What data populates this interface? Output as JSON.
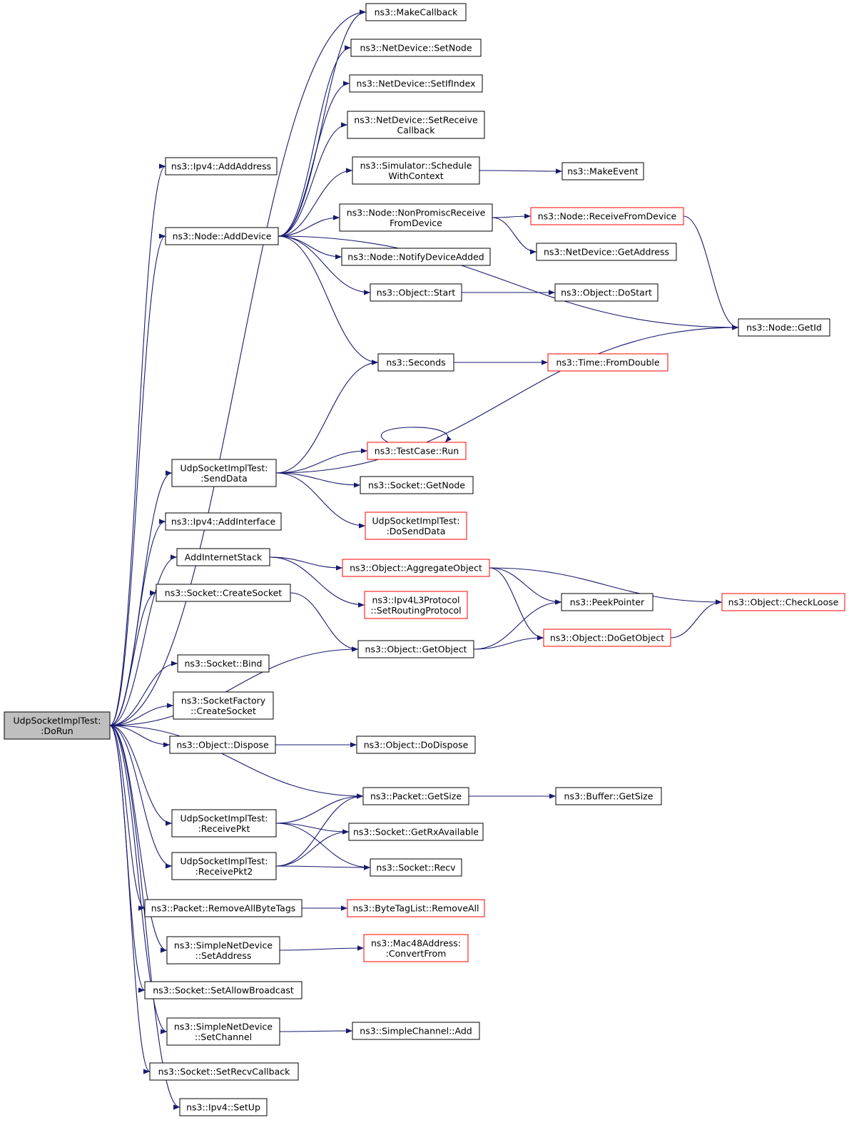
{
  "nodes": [
    {
      "id": "root",
      "lines": [
        "UdpSocketImplTest:",
        ":DoRun"
      ],
      "color": "root"
    },
    {
      "id": "ipv4_addaddr",
      "lines": [
        "ns3::Ipv4::AddAddress"
      ],
      "color": "black"
    },
    {
      "id": "node_adddev",
      "lines": [
        "ns3::Node::AddDevice"
      ],
      "color": "black"
    },
    {
      "id": "senddata",
      "lines": [
        "UdpSocketImplTest:",
        ":SendData"
      ],
      "color": "black"
    },
    {
      "id": "ipv4_addif",
      "lines": [
        "ns3::Ipv4::AddInterface"
      ],
      "color": "black"
    },
    {
      "id": "addinet",
      "lines": [
        "AddInternetStack"
      ],
      "color": "black"
    },
    {
      "id": "sock_create",
      "lines": [
        "ns3::Socket::CreateSocket"
      ],
      "color": "black"
    },
    {
      "id": "sock_bind",
      "lines": [
        "ns3::Socket::Bind"
      ],
      "color": "black"
    },
    {
      "id": "sf_create",
      "lines": [
        "ns3::SocketFactory",
        "::CreateSocket"
      ],
      "color": "black"
    },
    {
      "id": "obj_dispose",
      "lines": [
        "ns3::Object::Dispose"
      ],
      "color": "black"
    },
    {
      "id": "recvpkt",
      "lines": [
        "UdpSocketImplTest:",
        ":ReceivePkt"
      ],
      "color": "black"
    },
    {
      "id": "recvpkt2",
      "lines": [
        "UdpSocketImplTest:",
        ":ReceivePkt2"
      ],
      "color": "black"
    },
    {
      "id": "pkt_rmtags",
      "lines": [
        "ns3::Packet::RemoveAllByteTags"
      ],
      "color": "black"
    },
    {
      "id": "snd_setaddr",
      "lines": [
        "ns3::SimpleNetDevice",
        "::SetAddress"
      ],
      "color": "black"
    },
    {
      "id": "sock_bcast",
      "lines": [
        "ns3::Socket::SetAllowBroadcast"
      ],
      "color": "black"
    },
    {
      "id": "snd_setchan",
      "lines": [
        "ns3::SimpleNetDevice",
        "::SetChannel"
      ],
      "color": "black"
    },
    {
      "id": "sock_recvcb",
      "lines": [
        "ns3::Socket::SetRecvCallback"
      ],
      "color": "black"
    },
    {
      "id": "ipv4_setup",
      "lines": [
        "ns3::Ipv4::SetUp"
      ],
      "color": "black"
    },
    {
      "id": "makecb",
      "lines": [
        "ns3::MakeCallback"
      ],
      "color": "black"
    },
    {
      "id": "nd_setnode",
      "lines": [
        "ns3::NetDevice::SetNode"
      ],
      "color": "black"
    },
    {
      "id": "nd_setifidx",
      "lines": [
        "ns3::NetDevice::SetIfIndex"
      ],
      "color": "black"
    },
    {
      "id": "nd_setrecvcb",
      "lines": [
        "ns3::NetDevice::SetReceive",
        "Callback"
      ],
      "color": "black"
    },
    {
      "id": "sim_schedctx",
      "lines": [
        "ns3::Simulator::Schedule",
        "WithContext"
      ],
      "color": "black"
    },
    {
      "id": "node_npr",
      "lines": [
        "ns3::Node::NonPromiscReceive",
        "FromDevice"
      ],
      "color": "black"
    },
    {
      "id": "node_notify",
      "lines": [
        "ns3::Node::NotifyDeviceAdded"
      ],
      "color": "black"
    },
    {
      "id": "obj_start",
      "lines": [
        "ns3::Object::Start"
      ],
      "color": "black"
    },
    {
      "id": "seconds",
      "lines": [
        "ns3::Seconds"
      ],
      "color": "black"
    },
    {
      "id": "tc_run",
      "lines": [
        "ns3::TestCase::Run"
      ],
      "color": "red"
    },
    {
      "id": "sock_getnode",
      "lines": [
        "ns3::Socket::GetNode"
      ],
      "color": "black"
    },
    {
      "id": "dosenddata",
      "lines": [
        "UdpSocketImplTest:",
        ":DoSendData"
      ],
      "color": "red"
    },
    {
      "id": "obj_aggr",
      "lines": [
        "ns3::Object::AggregateObject"
      ],
      "color": "red"
    },
    {
      "id": "ipv4l3_setrp",
      "lines": [
        "ns3::Ipv4L3Protocol",
        "::SetRoutingProtocol"
      ],
      "color": "red"
    },
    {
      "id": "obj_getobj",
      "lines": [
        "ns3::Object::GetObject"
      ],
      "color": "black"
    },
    {
      "id": "obj_dodispose",
      "lines": [
        "ns3::Object::DoDispose"
      ],
      "color": "black"
    },
    {
      "id": "pkt_getsize",
      "lines": [
        "ns3::Packet::GetSize"
      ],
      "color": "black"
    },
    {
      "id": "sock_rxavail",
      "lines": [
        "ns3::Socket::GetRxAvailable"
      ],
      "color": "black"
    },
    {
      "id": "sock_recv",
      "lines": [
        "ns3::Socket::Recv"
      ],
      "color": "black"
    },
    {
      "id": "btl_rmall",
      "lines": [
        "ns3::ByteTagList::RemoveAll"
      ],
      "color": "red"
    },
    {
      "id": "mac48_conv",
      "lines": [
        "ns3::Mac48Address:",
        ":ConvertFrom"
      ],
      "color": "red"
    },
    {
      "id": "schan_add",
      "lines": [
        "ns3::SimpleChannel::Add"
      ],
      "color": "black"
    },
    {
      "id": "makeevent",
      "lines": [
        "ns3::MakeEvent"
      ],
      "color": "black"
    },
    {
      "id": "node_recvfd",
      "lines": [
        "ns3::Node::ReceiveFromDevice"
      ],
      "color": "red"
    },
    {
      "id": "nd_getaddr",
      "lines": [
        "ns3::NetDevice::GetAddress"
      ],
      "color": "black"
    },
    {
      "id": "obj_dostart",
      "lines": [
        "ns3::Object::DoStart"
      ],
      "color": "black"
    },
    {
      "id": "node_getid",
      "lines": [
        "ns3::Node::GetId"
      ],
      "color": "black"
    },
    {
      "id": "time_fromdbl",
      "lines": [
        "ns3::Time::FromDouble"
      ],
      "color": "red"
    },
    {
      "id": "peekptr",
      "lines": [
        "ns3::PeekPointer"
      ],
      "color": "black"
    },
    {
      "id": "obj_dogetobj",
      "lines": [
        "ns3::Object::DoGetObject"
      ],
      "color": "red"
    },
    {
      "id": "obj_checkloose",
      "lines": [
        "ns3::Object::CheckLoose"
      ],
      "color": "red"
    },
    {
      "id": "buf_getsize",
      "lines": [
        "ns3::Buffer::GetSize"
      ],
      "color": "black"
    }
  ],
  "edges": [
    [
      "root",
      "ipv4_addaddr"
    ],
    [
      "root",
      "node_adddev"
    ],
    [
      "root",
      "senddata"
    ],
    [
      "root",
      "ipv4_addif"
    ],
    [
      "root",
      "addinet"
    ],
    [
      "root",
      "sock_create"
    ],
    [
      "root",
      "obj_getobj"
    ],
    [
      "root",
      "sock_bind"
    ],
    [
      "root",
      "sf_create"
    ],
    [
      "root",
      "obj_dispose"
    ],
    [
      "root",
      "pkt_getsize"
    ],
    [
      "root",
      "recvpkt"
    ],
    [
      "root",
      "recvpkt2"
    ],
    [
      "root",
      "pkt_rmtags"
    ],
    [
      "root",
      "snd_setaddr"
    ],
    [
      "root",
      "sock_bcast"
    ],
    [
      "root",
      "snd_setchan"
    ],
    [
      "root",
      "sock_recvcb"
    ],
    [
      "root",
      "ipv4_setup"
    ],
    [
      "root",
      "makecb"
    ],
    [
      "node_adddev",
      "makecb"
    ],
    [
      "node_adddev",
      "nd_setnode"
    ],
    [
      "node_adddev",
      "nd_setifidx"
    ],
    [
      "node_adddev",
      "nd_setrecvcb"
    ],
    [
      "node_adddev",
      "sim_schedctx"
    ],
    [
      "node_adddev",
      "node_npr"
    ],
    [
      "node_adddev",
      "node_notify"
    ],
    [
      "node_adddev",
      "obj_start"
    ],
    [
      "node_adddev",
      "node_getid"
    ],
    [
      "node_adddev",
      "seconds"
    ],
    [
      "sim_schedctx",
      "makeevent"
    ],
    [
      "node_npr",
      "node_recvfd"
    ],
    [
      "node_npr",
      "nd_getaddr"
    ],
    [
      "obj_start",
      "obj_dostart"
    ],
    [
      "node_recvfd",
      "node_getid"
    ],
    [
      "seconds",
      "time_fromdbl"
    ],
    [
      "senddata",
      "seconds"
    ],
    [
      "senddata",
      "node_getid"
    ],
    [
      "senddata",
      "tc_run"
    ],
    [
      "senddata",
      "sock_getnode"
    ],
    [
      "senddata",
      "dosenddata"
    ],
    [
      "tc_run",
      "tc_run"
    ],
    [
      "addinet",
      "obj_aggr"
    ],
    [
      "addinet",
      "ipv4l3_setrp"
    ],
    [
      "obj_aggr",
      "peekptr"
    ],
    [
      "obj_aggr",
      "obj_checkloose"
    ],
    [
      "obj_aggr",
      "obj_dogetobj"
    ],
    [
      "sock_create",
      "obj_getobj"
    ],
    [
      "obj_getobj",
      "peekptr"
    ],
    [
      "obj_getobj",
      "obj_dogetobj"
    ],
    [
      "obj_dogetobj",
      "obj_checkloose"
    ],
    [
      "obj_dispose",
      "obj_dodispose"
    ],
    [
      "pkt_getsize",
      "buf_getsize"
    ],
    [
      "recvpkt",
      "pkt_getsize"
    ],
    [
      "recvpkt",
      "sock_rxavail"
    ],
    [
      "recvpkt",
      "sock_recv"
    ],
    [
      "recvpkt2",
      "pkt_getsize"
    ],
    [
      "recvpkt2",
      "sock_rxavail"
    ],
    [
      "recvpkt2",
      "sock_recv"
    ],
    [
      "pkt_rmtags",
      "btl_rmall"
    ],
    [
      "snd_setaddr",
      "mac48_conv"
    ],
    [
      "snd_setchan",
      "schan_add"
    ]
  ]
}
